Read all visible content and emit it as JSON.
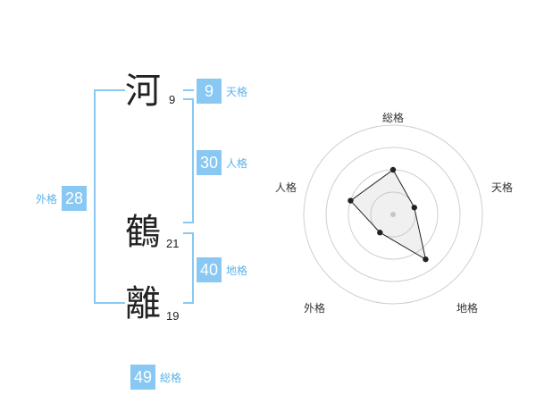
{
  "name": {
    "characters": [
      {
        "char": "河",
        "strokes": "9"
      },
      {
        "char": "鶴",
        "strokes": "21"
      },
      {
        "char": "離",
        "strokes": "19"
      }
    ]
  },
  "scores": {
    "tenkaku": {
      "label": "天格",
      "value": "9"
    },
    "jinkaku": {
      "label": "人格",
      "value": "30"
    },
    "chikaku": {
      "label": "地格",
      "value": "40"
    },
    "gaikaku": {
      "label": "外格",
      "value": "28"
    },
    "soukaku": {
      "label": "総格",
      "value": "49"
    }
  },
  "colors": {
    "accent": "#88c8f2",
    "label_accent": "#5ab3ea"
  },
  "chart_data": {
    "type": "radar",
    "axes": [
      "総格",
      "天格",
      "地格",
      "外格",
      "人格"
    ],
    "values": [
      0.5,
      0.25,
      0.62,
      0.25,
      0.5
    ],
    "rings": 4,
    "range": [
      0,
      1
    ],
    "grid": true
  }
}
